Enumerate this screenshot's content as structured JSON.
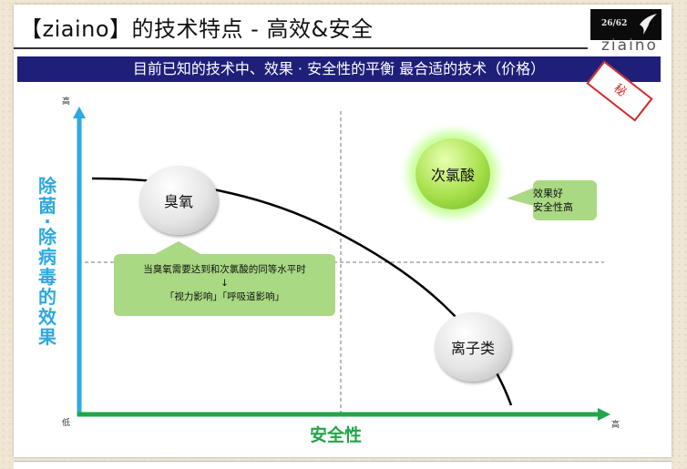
{
  "header": {
    "title": "【ziaino】的技术特点 - 高效&安全",
    "page_number": "26/62",
    "brand": "ziaino",
    "banner": "目前已知的技术中、效果 · 安全性的平衡 最合适的技术（价格）",
    "stamp": "秘"
  },
  "diagram": {
    "y_axis": {
      "title_chars": [
        "除",
        "菌",
        "·",
        "除",
        "病",
        "毒",
        "的",
        "效",
        "果"
      ],
      "high": "高",
      "low": "低"
    },
    "x_axis": {
      "title": "安全性",
      "high": "高"
    },
    "nodes": {
      "ozone": "臭氧",
      "hypochlorous": "次氯酸",
      "ions": "离子类"
    },
    "callouts": {
      "ozone_line1": "当臭氧需要达到和次氯酸的同等水平时",
      "ozone_arrow": "↓",
      "ozone_line2": "「视力影响」「呼吸道影响」",
      "hcl_line1": "效果好",
      "hcl_line2": "安全性高"
    },
    "colors": {
      "y_axis": "#2ca9e1",
      "x_axis": "#21a548",
      "banner": "#1f1f7a",
      "callout": "#a9d982"
    }
  }
}
